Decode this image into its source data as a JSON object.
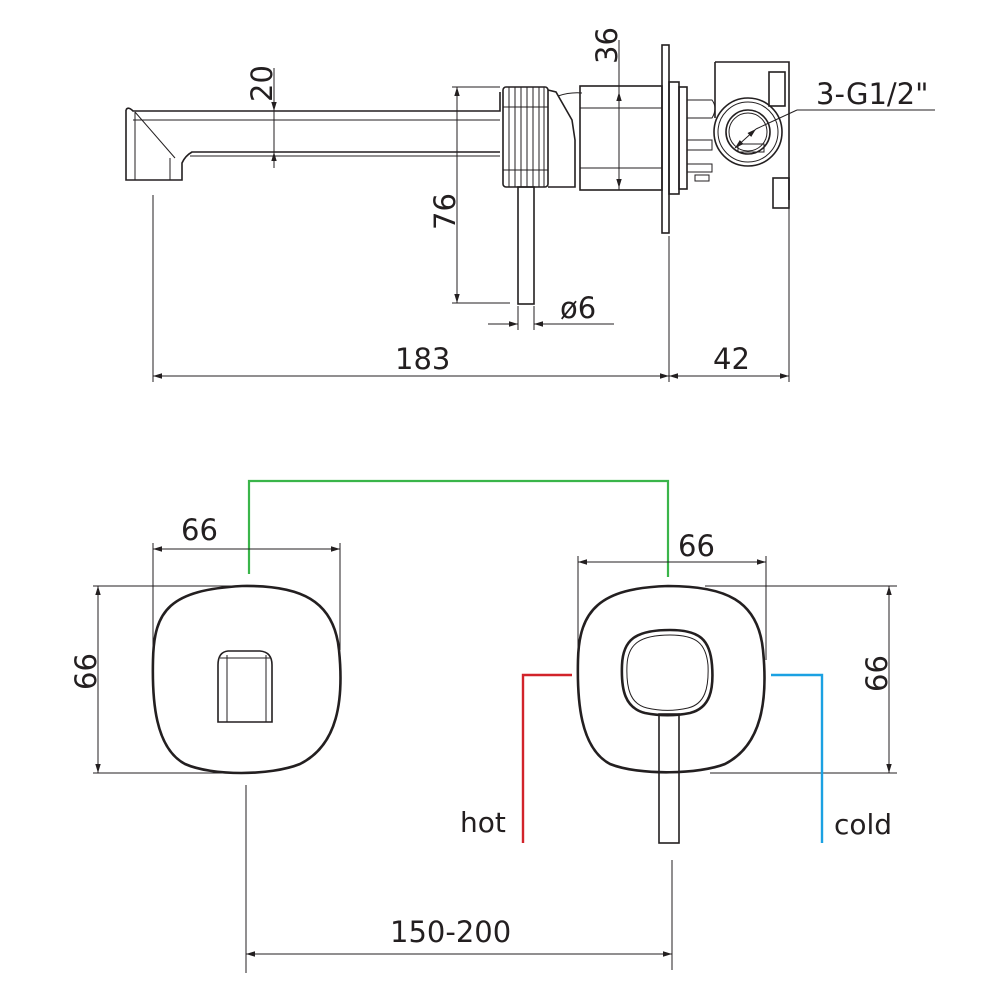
{
  "title": "Wall-mounted basin mixer technical drawing",
  "colors": {
    "line": "#231f20",
    "hot": "#d2232a",
    "cold": "#1ba1e2",
    "link": "#3ab54a",
    "background": "#ffffff"
  },
  "side_view": {
    "spout_height": "20",
    "valve_body_height": "36",
    "handle_drop": "76",
    "handle_diameter": "ø6",
    "inlet_thread": "3-G1/2\"",
    "spout_projection": "183",
    "box_depth": "42"
  },
  "front_view": {
    "spout_plate_width": "66",
    "spout_plate_height": "66",
    "valve_plate_width": "66",
    "valve_plate_height": "66",
    "centre_distance": "150-200",
    "hot_label": "hot",
    "cold_label": "cold"
  }
}
